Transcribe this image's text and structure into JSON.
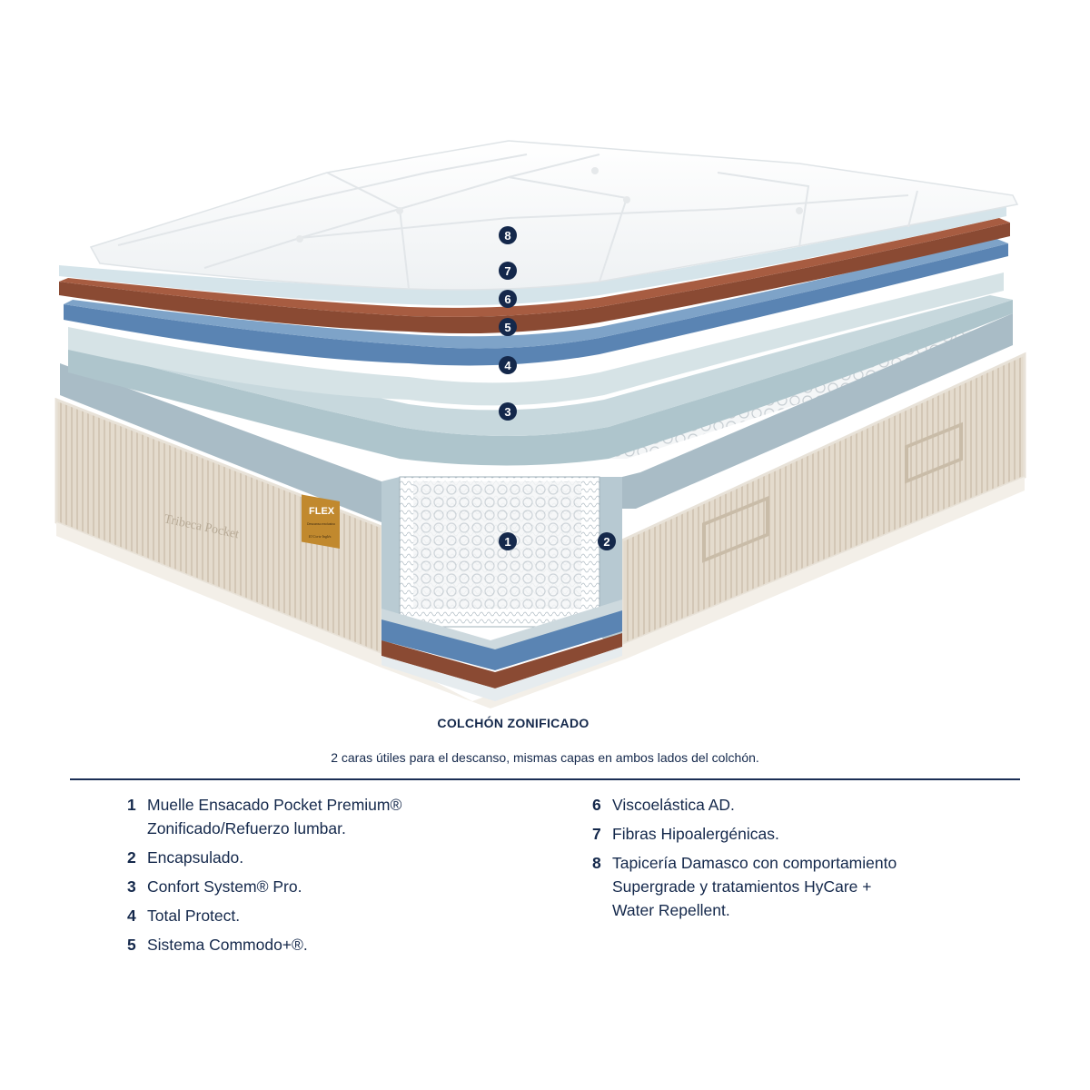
{
  "title": "COLCHÓN ZONIFICADO",
  "subtitle": "2 caras útiles para el descanso, mismas capas en ambos lados del colchón.",
  "brand": {
    "model_name": "Tribeca Pocket",
    "label_brand": "FLEX",
    "label_sub": "Descanso exclusivo",
    "label_signature": "El Corte Inglés"
  },
  "colors": {
    "navy": "#14284b",
    "fabric_beige": "#e4dbcd",
    "foam_blue": "#5a84b3",
    "visco_brown": "#8a4a33",
    "gel_blue_grey": "#aec5cc",
    "label_gold": "#c1892e"
  },
  "badges": [
    "1",
    "2",
    "3",
    "4",
    "5",
    "6",
    "7",
    "8"
  ],
  "legend": {
    "left": [
      {
        "num": "1",
        "text": "Muelle Ensacado Pocket Premium®\nZonificado/Refuerzo lumbar."
      },
      {
        "num": "2",
        "text": "Encapsulado."
      },
      {
        "num": "3",
        "text": "Confort System® Pro."
      },
      {
        "num": "4",
        "text": "Total Protect."
      },
      {
        "num": "5",
        "text": "Sistema Commodo+®."
      }
    ],
    "right": [
      {
        "num": "6",
        "text": "Viscoelástica AD."
      },
      {
        "num": "7",
        "text": "Fibras Hipoalergénicas."
      },
      {
        "num": "8",
        "text": "Tapicería Damasco con comportamiento\nSupergrade y tratamientos HyCare +\nWater Repellent."
      }
    ]
  }
}
